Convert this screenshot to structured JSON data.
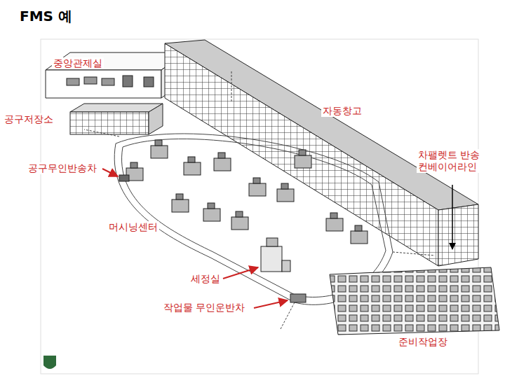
{
  "diagram": {
    "title": "FMS 예",
    "labels": [
      "중앙관제실",
      "공구저장소",
      "자동창고",
      "차팰렛트 반송 컨베이어라인",
      "공구무인반송차",
      "머시닝센터",
      "세정실",
      "작업물 무인운반차",
      "준비작업장"
    ]
  }
}
